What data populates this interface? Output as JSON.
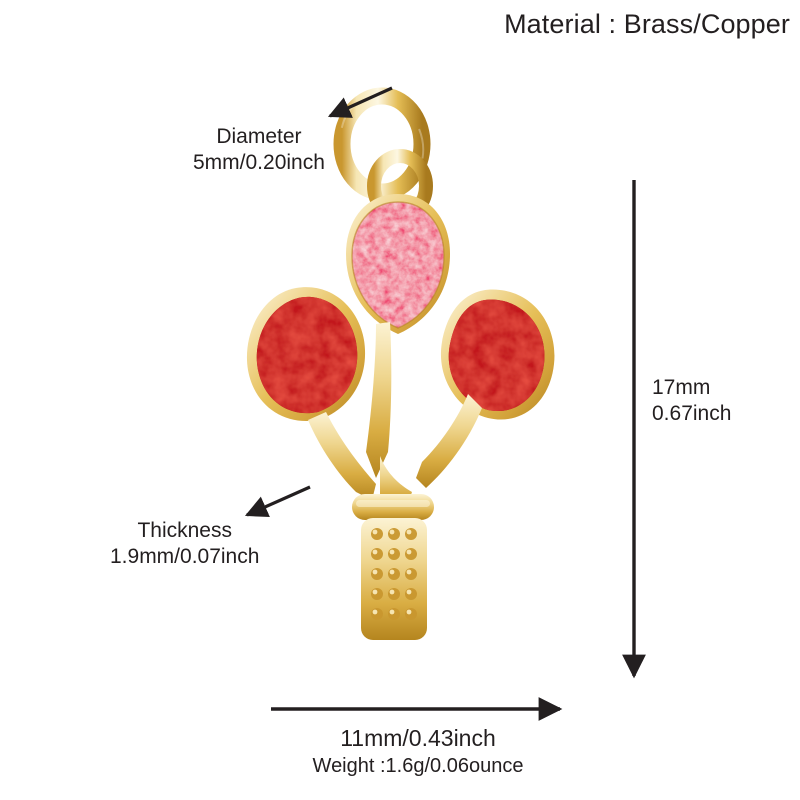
{
  "product": {
    "type": "balloon-bunch-pendant-charm",
    "material_label": "Material : Brass/Copper"
  },
  "annotations": {
    "diameter": {
      "line1": "Diameter",
      "line2": "5mm/0.20inch"
    },
    "thickness": {
      "line1": "Thickness",
      "line2": "1.9mm/0.07inch"
    },
    "height": {
      "line1": "17mm",
      "line2": "0.67inch"
    },
    "width": {
      "value": "11mm/0.43inch",
      "weight": "Weight :1.6g/0.06ounce"
    }
  },
  "colors": {
    "gold_light": "#f7e4ab",
    "gold_mid": "#e8c35f",
    "gold_deep": "#c9972f",
    "gold_shadow": "#a87a1e",
    "gold_highlight": "#fdf6dd",
    "pink_balloon": "#ef3f6b",
    "pink_balloon_light": "#f7789a",
    "pink_balloon_dark": "#d1214f",
    "red_balloon": "#c2161c",
    "red_balloon_light": "#f31a18",
    "red_balloon_dark": "#8c0f14",
    "annotation_ink": "#231f20",
    "background": "#ffffff"
  },
  "parts": {
    "jump_ring": "jump-ring",
    "connector_ring": "connector-ring",
    "balloon_pink": "balloon-pink-center",
    "balloon_red_left": "balloon-red-left",
    "balloon_red_right": "balloon-red-right",
    "strings": "balloon-strings",
    "collar": "handle-collar",
    "handle": "beaded-handle"
  }
}
